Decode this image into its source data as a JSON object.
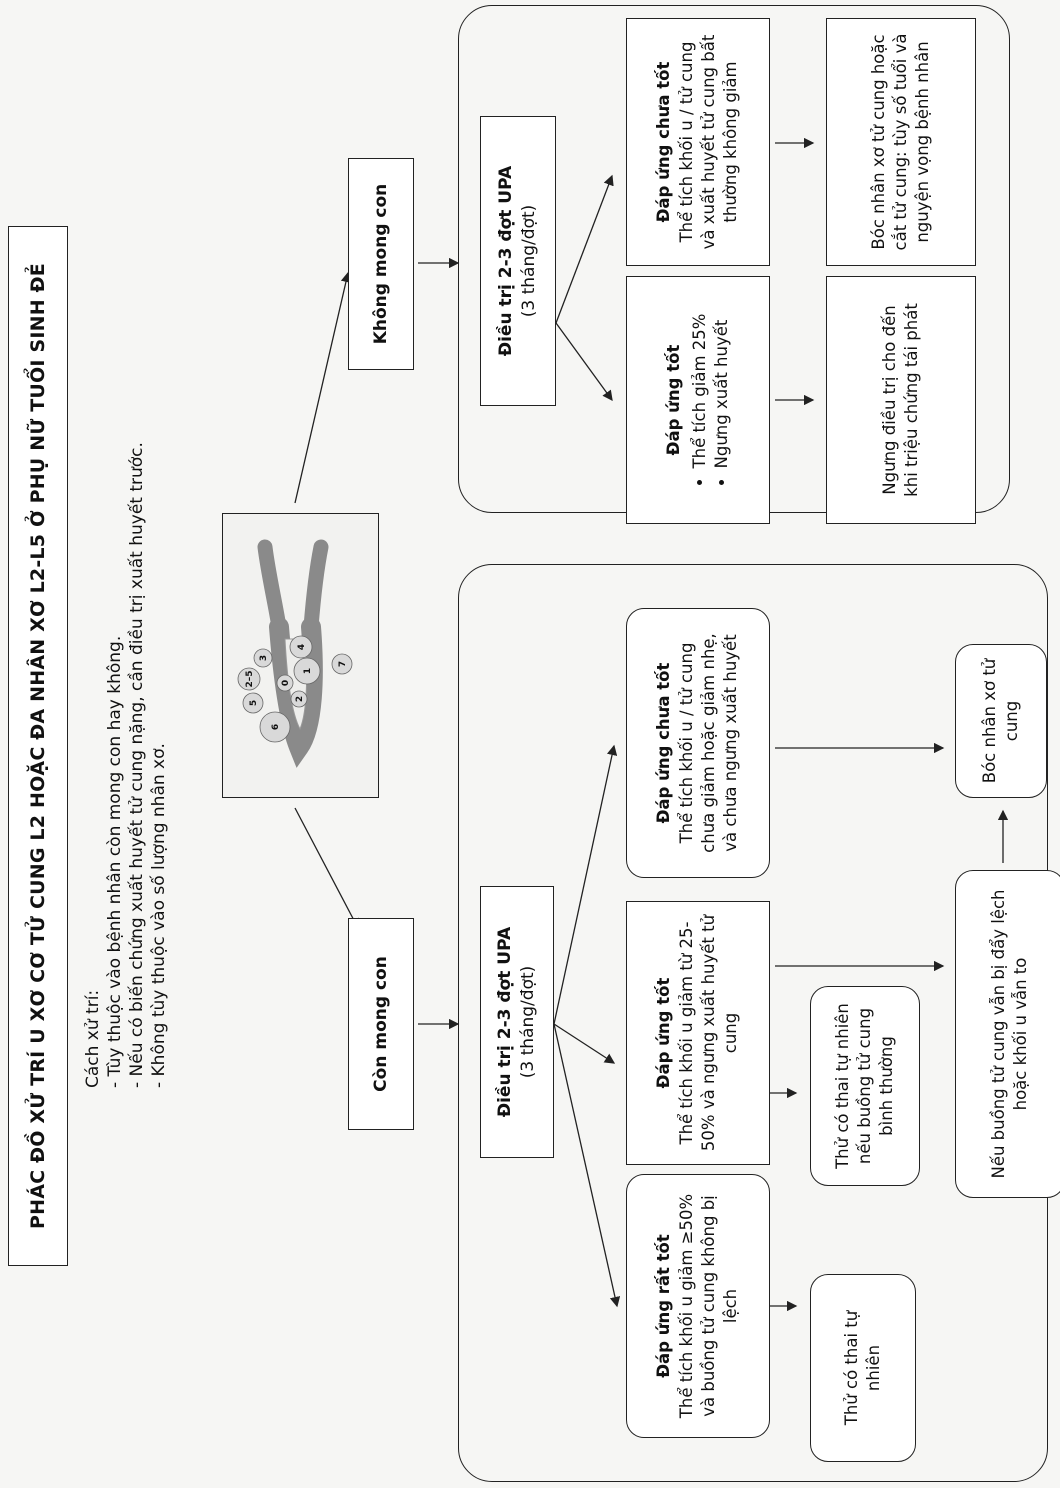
{
  "title": "PHÁC ĐỒ XỬ TRÍ U XƠ CƠ TỬ CUNG L2 HOẶC ĐA NHÂN XƠ L2-L5 Ở PHỤ NỮ TUỔI SINH ĐẺ",
  "notes": {
    "heading": "Cách xử trí:",
    "items": [
      "- Tùy thuộc vào bệnh nhân còn mong con hay không.",
      "- Nếu có biến chứng xuất huyết tử cung nặng, cần điều trị xuất huyết trước.",
      "- Không tùy thuộc vào số lượng nhân xơ."
    ]
  },
  "figure": {
    "labels": [
      "1",
      "2",
      "3",
      "4",
      "0",
      "5",
      "6",
      "7",
      "2–5"
    ]
  },
  "left_branch": {
    "label": "Còn mong con",
    "treatment": {
      "title": "Điều trị 2-3 đợt UPA",
      "sub": "(3 tháng/đợt)"
    },
    "responses": [
      {
        "title": "Đáp ứng rất tốt",
        "text": "Thể tích khối u giảm ≥50% và buồng tử cung không bị lệch"
      },
      {
        "title": "Đáp ứng tốt",
        "text": "Thể tích khối u giảm từ 25-50% và ngưng xuất huyết tử cung"
      },
      {
        "title": "Đáp ứng chưa tốt",
        "text": "Thể tích khối u / tử cung chưa giảm hoặc giảm nhẹ, và chưa ngưng xuất huyết"
      }
    ],
    "outcomes": {
      "very_good": "Thử có thai tự nhiên",
      "good": "Thử có thai tự nhiên nếu buồng tử cung bình thường",
      "conditional": "Nếu buồng tử cung vẫn bị đẩy lệch hoặc khối u vẫn to",
      "surgery": "Bóc nhân xơ tử cung"
    }
  },
  "right_branch": {
    "label": "Không mong con",
    "treatment": {
      "title": "Điều trị 2-3 đợt UPA",
      "sub": "(3 tháng/đợt)"
    },
    "good": {
      "title": "Đáp ứng tốt",
      "bullets": [
        "Thể tích giảm 25%",
        "Ngưng xuất huyết"
      ]
    },
    "poor": {
      "title": "Đáp ứng chưa tốt",
      "text": "Thể tích khối u / tử cung và xuất huyết tử cung bất thường không giảm"
    },
    "outcome_good": "Ngưng điều trị cho đến khi triệu chứng tái phát",
    "outcome_poor": "Bóc nhân xơ tử cung hoặc cắt tử cung: tùy số tuổi và nguyện vọng bệnh nhân"
  },
  "colors": {
    "line": "#222222",
    "box_fill": "#ffffff",
    "page": "#f6f6f4",
    "photo_bg": "#f2f2f0",
    "fibroid": "#9a9a9a"
  }
}
